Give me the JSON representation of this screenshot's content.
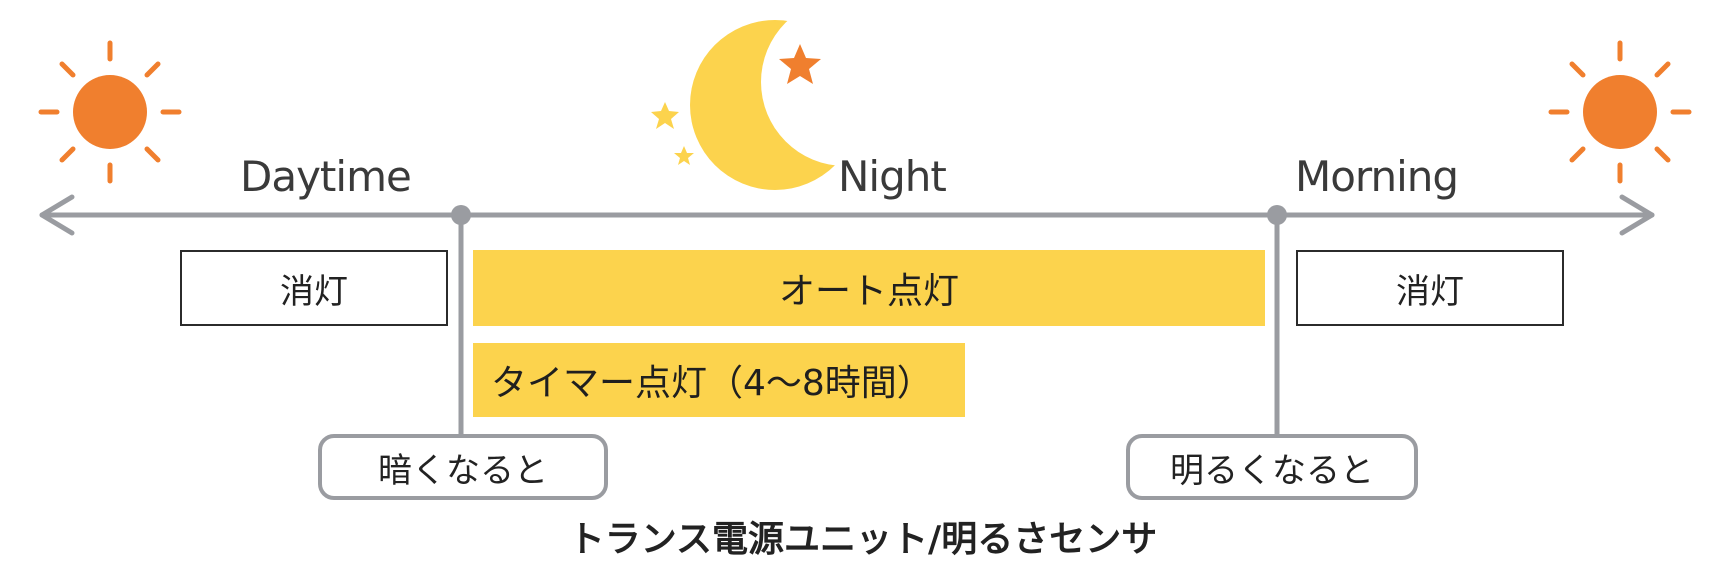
{
  "periods": {
    "daytime": "Daytime",
    "night": "Night",
    "morning": "Morning"
  },
  "states": {
    "off_left": "消灯",
    "auto_on": "オート点灯",
    "timer_on": "タイマー点灯（4～8時間）",
    "off_right": "消灯"
  },
  "triggers": {
    "dark": "暗くなると",
    "bright": "明るくなると"
  },
  "caption": "トランス電源ユニット/明るさセンサ",
  "icons": [
    "sun-icon",
    "moon-icon",
    "star-icon",
    "arrow-left-icon",
    "arrow-right-icon"
  ],
  "colors": {
    "sun": "#f07f2e",
    "moon": "#fcd34d",
    "bar": "#fcd34d",
    "line": "#9a9ca1"
  }
}
